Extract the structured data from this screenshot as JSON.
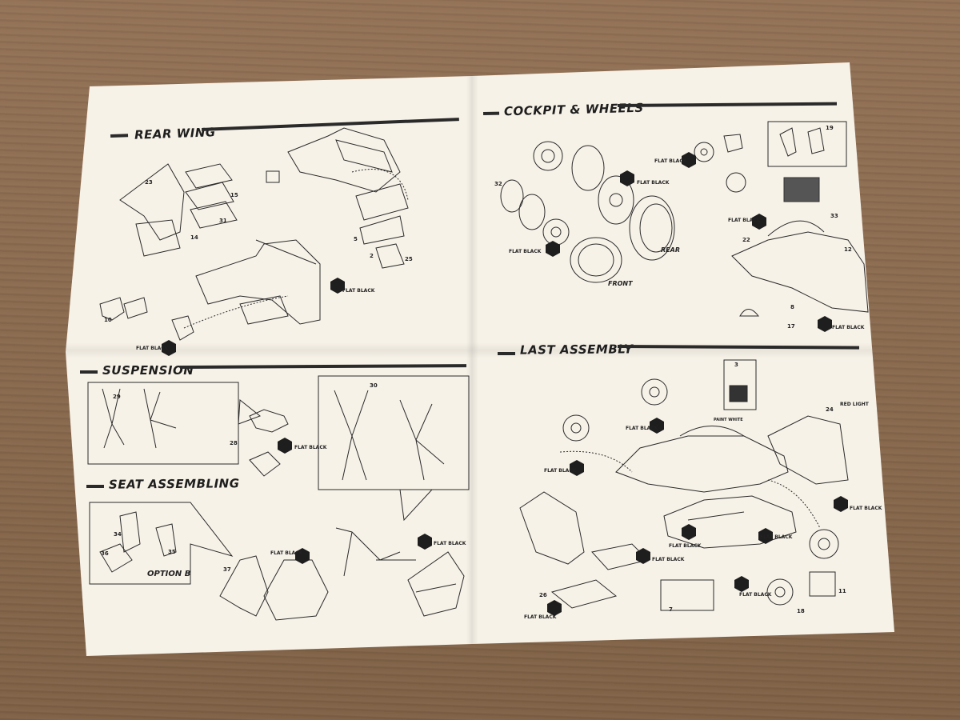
{
  "sections": {
    "rear_wing": "REAR WING",
    "cockpit_wheels": "COCKPIT & WHEELS",
    "suspension": "SUSPENSION",
    "seat_assembling": "SEAT ASSEMBLING",
    "last_assembly": "LAST ASSEMBLY"
  },
  "labels": {
    "flat_black": "FLAT BLACK",
    "front": "FRONT",
    "rear": "REAR",
    "option_b": "OPTION B",
    "red_light": "RED LIGHT",
    "paint_white": "PAINT WHITE"
  },
  "part_numbers": {
    "n23": "23",
    "n15": "15",
    "n31": "31",
    "n14": "14",
    "n10": "10",
    "n5": "5",
    "n2": "2",
    "n25": "25",
    "n32": "32",
    "n22": "22",
    "n33": "33",
    "n12": "12",
    "n8": "8",
    "n17": "17",
    "n19": "19",
    "n29": "29",
    "n28": "28",
    "n30": "30",
    "n34": "34",
    "n36": "36",
    "n35": "35",
    "n37": "37",
    "n3": "3",
    "n24": "24",
    "n26": "26",
    "n7": "7",
    "n11": "11",
    "n18": "18"
  }
}
